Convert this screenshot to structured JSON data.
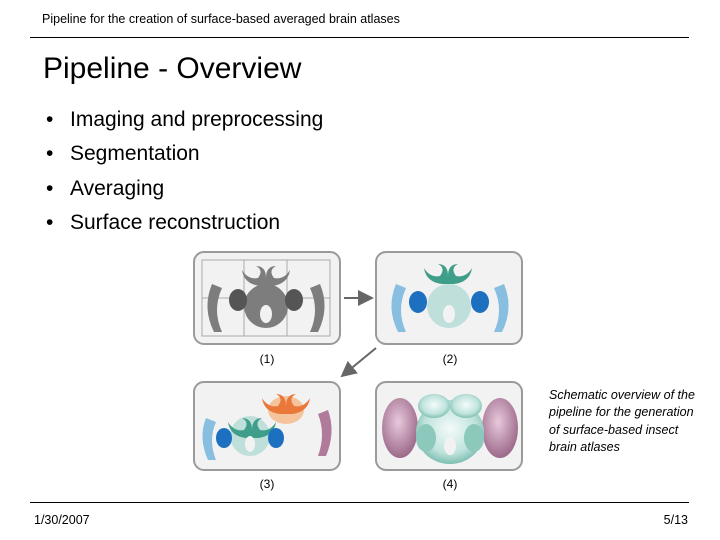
{
  "slide": {
    "header": "Pipeline for the creation of surface-based averaged brain atlases",
    "title": "Pipeline - Overview",
    "bullets": [
      "Imaging and preprocessing",
      "Segmentation",
      "Averaging",
      "Surface reconstruction"
    ],
    "bullet_glyph": "•"
  },
  "figure": {
    "panel_labels": [
      "(1)",
      "(2)",
      "(3)",
      "(4)"
    ],
    "caption": "Schematic overview of the pipeline for the generation of surface-based insect brain atlases"
  },
  "footer": {
    "date": "1/30/2007",
    "page": "5/13"
  },
  "colors": {
    "rule": "#000000",
    "gray_brain": "#7d7d7d",
    "teal": "#3e9e8a",
    "blue": "#1d6fc0",
    "light_blue": "#88bfe0",
    "orange": "#e9783a",
    "purple": "#b07a9a",
    "surface": "#d8eeea"
  }
}
